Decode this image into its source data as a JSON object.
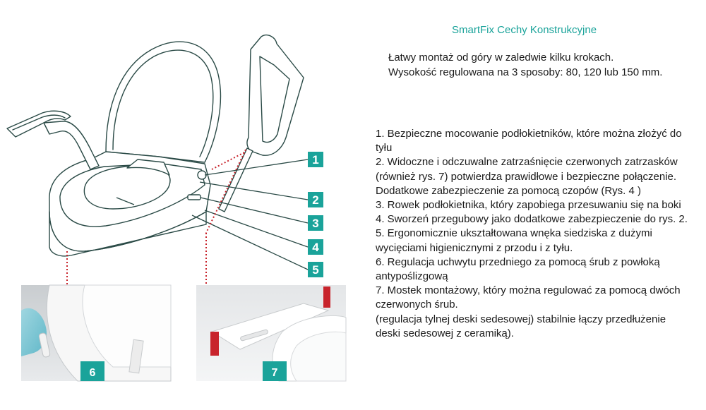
{
  "title": "SmartFix Cechy Konstrukcyjne",
  "intro": [
    "Łatwy montaż od góry w zaledwie kilku krokach.",
    "Wysokość regulowana na 3 sposoby: 80, 120 lub 150 mm."
  ],
  "features": [
    "1. Bezpieczne mocowanie podłokietników, które można złożyć do tyłu",
    "2. Widoczne i odczuwalne zatrzaśnięcie czerwonych zatrzasków (również rys. 7) potwierdza prawidłowe i bezpieczne połączenie.",
    "Dodatkowe zabezpieczenie za pomocą czopów (Rys. 4 )",
    "3. Rowek podłokietnika, który zapobiega przesuwaniu się na boki",
    "4. Sworzeń przegubowy jako dodatkowe zabezpieczenie do rys. 2.",
    "5. Ergonomicznie ukształtowana wnęka siedziska z dużymi wycięciami higienicznymi z przodu i z tyłu.",
    "6. Regulacja uchwytu przedniego za pomocą śrub z powłoką antypoślizgową",
    "7. Mostek montażowy, który można regulować za pomocą dwóch czerwonych śrub.",
    "(regulacja tylnej deski sedesowej) stabilnie łączy przedłużenie deski sedesowej z ceramiką)."
  ],
  "callouts": [
    "1",
    "2",
    "3",
    "4",
    "5"
  ],
  "photos": [
    {
      "label": "6"
    },
    {
      "label": "7"
    }
  ],
  "colors": {
    "accent": "#1aa39a",
    "outline": "#2a4a46",
    "dotted": "#c8242c",
    "photo_bg": "#d9dde0"
  }
}
